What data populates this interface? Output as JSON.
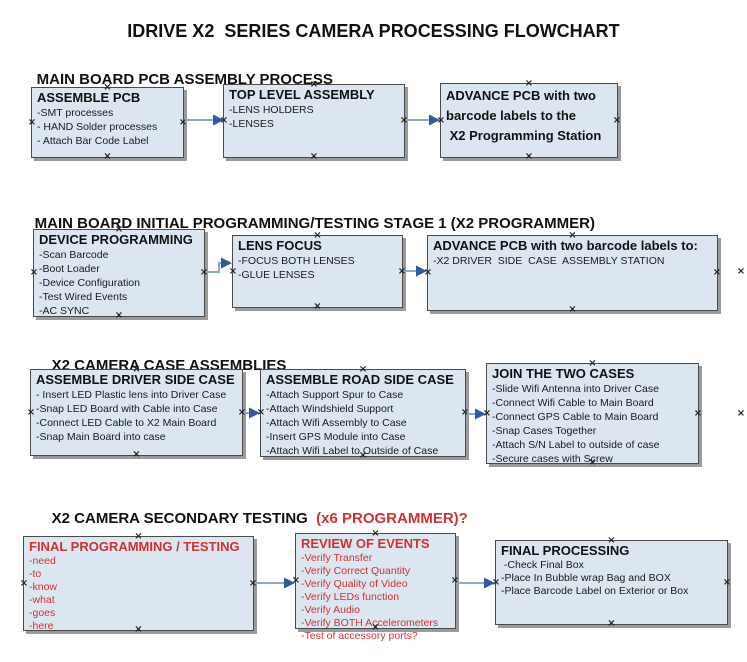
{
  "page_title": "IDRIVE X2  SERIES CAMERA PROCESSING FLOWCHART",
  "colors": {
    "box-fill": "#dce6f1",
    "box-border": "#4a4a4a",
    "shadow": "#9b9b9b",
    "arrow-head": "#33599c",
    "red-accent": "#cc3333",
    "text": "#1a1a1a"
  },
  "sections": [
    {
      "heading": "MAIN BOARD PCB ASSEMBLY PROCESS",
      "boxes": [
        {
          "title": "ASSEMBLE PCB",
          "items": [
            "-SMT processes",
            "- HAND Solder processes",
            "- Attach Bar Code Label"
          ]
        },
        {
          "title": "TOP LEVEL ASSEMBLY",
          "items": [
            "-LENS HOLDERS",
            "-LENSES"
          ]
        },
        {
          "title": "ADVANCE PCB with two\nbarcode labels to the\n X2 Programming Station",
          "items": []
        }
      ]
    },
    {
      "heading": "MAIN BOARD INITIAL PROGRAMMING/TESTING STAGE 1 (X2 PROGRAMMER)",
      "boxes": [
        {
          "title": "DEVICE PROGRAMMING",
          "items": [
            "-Scan Barcode",
            "-Boot Loader",
            "-Device Configuration",
            "-Test Wired Events",
            "-AC SYNC"
          ]
        },
        {
          "title": "LENS FOCUS",
          "items": [
            "-FOCUS BOTH LENSES",
            "-GLUE LENSES"
          ]
        },
        {
          "title": "ADVANCE PCB with two barcode labels to:",
          "items": [
            "-X2 DRIVER  SIDE  CASE  ASSEMBLY STATION"
          ]
        }
      ]
    },
    {
      "heading": "X2 CAMERA CASE ASSEMBLIES",
      "boxes": [
        {
          "title": "ASSEMBLE DRIVER SIDE CASE",
          "items": [
            "- Insert LED Plastic lens into Driver Case",
            "-Snap LED Board with Cable into Case",
            "-Connect LED Cable to X2 Main Board",
            "-Snap Main Board into case"
          ]
        },
        {
          "title": "ASSEMBLE ROAD SIDE CASE",
          "items": [
            "-Attach Support Spur to Case",
            "-Attach Windshield Support",
            "-Attach Wifi Assembly to Case",
            "-Insert GPS Module into Case",
            "-Attach Wifi Label to Outside of Case"
          ]
        },
        {
          "title": "JOIN THE TWO CASES",
          "items": [
            "-Slide Wifi Antenna into Driver Case",
            "-Connect Wifi Cable to Main Board",
            "-Connect GPS Cable to Main Board",
            "-Snap Cases Together",
            "-Attach S/N Label to outside of case",
            "-Secure cases with Screw"
          ]
        }
      ]
    },
    {
      "heading": "X2 CAMERA SECONDARY TESTING",
      "heading_red": "  (x6 PROGRAMMER)?",
      "boxes": [
        {
          "title": "FINAL PROGRAMMING / TESTING",
          "accent": "red",
          "items": [
            "-need",
            "-to",
            "-know",
            "-what",
            "-goes",
            "-here"
          ]
        },
        {
          "title": "REVIEW OF EVENTS",
          "accent": "red",
          "items": [
            "-Verify Transfer",
            "-Verify Correct Quantity",
            "-Verify Quality of Video",
            "-Verify LEDs function",
            "-Verify Audio",
            "-Verify BOTH Accelerometers",
            "-Test of accessory ports?"
          ]
        },
        {
          "title": "FINAL PROCESSING",
          "items": [
            " -Check Final Box",
            "-Place In Bubble wrap Bag and BOX",
            "-Place Barcode Label on Exterior or Box"
          ]
        }
      ]
    }
  ]
}
